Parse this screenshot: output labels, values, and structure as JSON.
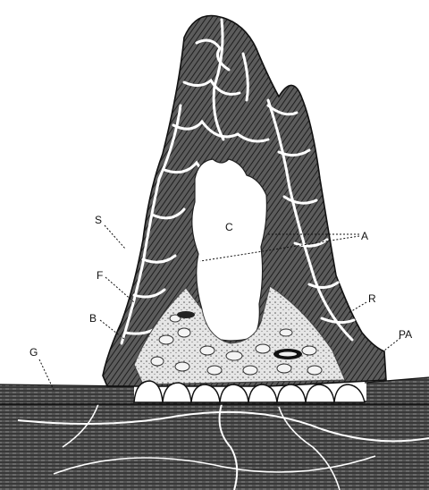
{
  "figure": {
    "labels": {
      "S": "S",
      "C": "C",
      "A": "A",
      "F": "F",
      "R": "R",
      "B": "B",
      "PA": "PA",
      "G": "G"
    },
    "colors": {
      "ink": "#1a1a1a",
      "tissue": "#474747",
      "stroma": "#3c3c3c",
      "canal": "#ffffff",
      "cells": "#d9d9d9"
    }
  }
}
